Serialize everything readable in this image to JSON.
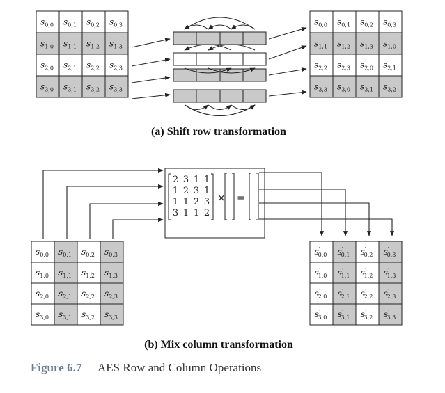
{
  "panel_a": {
    "caption": "(a) Shift row transformation",
    "input_state": [
      [
        {
          "b": "s",
          "s": "0,0",
          "p": ""
        },
        {
          "b": "s",
          "s": "0,1",
          "p": ""
        },
        {
          "b": "s",
          "s": "0,2",
          "p": ""
        },
        {
          "b": "s",
          "s": "0,3",
          "p": ""
        }
      ],
      [
        {
          "b": "s",
          "s": "1,0",
          "p": ""
        },
        {
          "b": "s",
          "s": "1,1",
          "p": ""
        },
        {
          "b": "s",
          "s": "1,2",
          "p": ""
        },
        {
          "b": "s",
          "s": "1,3",
          "p": ""
        }
      ],
      [
        {
          "b": "s",
          "s": "2,0",
          "p": ""
        },
        {
          "b": "s",
          "s": "2,1",
          "p": ""
        },
        {
          "b": "s",
          "s": "2,2",
          "p": ""
        },
        {
          "b": "s",
          "s": "2,3",
          "p": ""
        }
      ],
      [
        {
          "b": "s",
          "s": "3,0",
          "p": ""
        },
        {
          "b": "s",
          "s": "3,1",
          "p": ""
        },
        {
          "b": "s",
          "s": "3,2",
          "p": ""
        },
        {
          "b": "s",
          "s": "3,3",
          "p": ""
        }
      ]
    ],
    "output_state": [
      [
        {
          "b": "s",
          "s": "0,0",
          "p": ""
        },
        {
          "b": "s",
          "s": "0,1",
          "p": ""
        },
        {
          "b": "s",
          "s": "0,2",
          "p": ""
        },
        {
          "b": "s",
          "s": "0,3",
          "p": ""
        }
      ],
      [
        {
          "b": "s",
          "s": "1,1",
          "p": ""
        },
        {
          "b": "s",
          "s": "1,2",
          "p": ""
        },
        {
          "b": "s",
          "s": "1,3",
          "p": ""
        },
        {
          "b": "s",
          "s": "1,0",
          "p": ""
        }
      ],
      [
        {
          "b": "s",
          "s": "2,2",
          "p": ""
        },
        {
          "b": "s",
          "s": "2,3",
          "p": ""
        },
        {
          "b": "s",
          "s": "2,0",
          "p": ""
        },
        {
          "b": "s",
          "s": "2,1",
          "p": ""
        }
      ],
      [
        {
          "b": "s",
          "s": "3,3",
          "p": ""
        },
        {
          "b": "s",
          "s": "3,0",
          "p": ""
        },
        {
          "b": "s",
          "s": "3,1",
          "p": ""
        },
        {
          "b": "s",
          "s": "3,2",
          "p": ""
        }
      ]
    ]
  },
  "panel_b": {
    "caption": "(b) Mix column transformation",
    "matrix": [
      [
        "2",
        "3",
        "1",
        "1"
      ],
      [
        "1",
        "2",
        "3",
        "1"
      ],
      [
        "1",
        "1",
        "2",
        "3"
      ],
      [
        "3",
        "1",
        "1",
        "2"
      ]
    ],
    "times_symbol": "×",
    "equals_symbol": "=",
    "input_state": [
      [
        {
          "b": "s",
          "s": "0,0",
          "p": ""
        },
        {
          "b": "s",
          "s": "0,1",
          "p": ""
        },
        {
          "b": "s",
          "s": "0,2",
          "p": ""
        },
        {
          "b": "s",
          "s": "0,3",
          "p": ""
        }
      ],
      [
        {
          "b": "s",
          "s": "1,0",
          "p": ""
        },
        {
          "b": "s",
          "s": "1,1",
          "p": ""
        },
        {
          "b": "s",
          "s": "1,2",
          "p": ""
        },
        {
          "b": "s",
          "s": "1,3",
          "p": ""
        }
      ],
      [
        {
          "b": "s",
          "s": "2,0",
          "p": ""
        },
        {
          "b": "s",
          "s": "2,1",
          "p": ""
        },
        {
          "b": "s",
          "s": "2,2",
          "p": ""
        },
        {
          "b": "s",
          "s": "2,3",
          "p": ""
        }
      ],
      [
        {
          "b": "s",
          "s": "3,0",
          "p": ""
        },
        {
          "b": "s",
          "s": "3,1",
          "p": ""
        },
        {
          "b": "s",
          "s": "3,2",
          "p": ""
        },
        {
          "b": "s",
          "s": "3,3",
          "p": ""
        }
      ]
    ],
    "output_state": [
      [
        {
          "b": "s",
          "s": "0,0",
          "p": "′"
        },
        {
          "b": "s",
          "s": "0,1",
          "p": "′"
        },
        {
          "b": "s",
          "s": "0,2",
          "p": "′"
        },
        {
          "b": "s",
          "s": "0,3",
          "p": "′"
        }
      ],
      [
        {
          "b": "s",
          "s": "1,0",
          "p": "′"
        },
        {
          "b": "s",
          "s": "1,1",
          "p": "′"
        },
        {
          "b": "s",
          "s": "1,2",
          "p": "′"
        },
        {
          "b": "s",
          "s": "1,3",
          "p": "′"
        }
      ],
      [
        {
          "b": "s",
          "s": "2,0",
          "p": "′"
        },
        {
          "b": "s",
          "s": "2,1",
          "p": "′"
        },
        {
          "b": "s",
          "s": "2,2",
          "p": "′"
        },
        {
          "b": "s",
          "s": "2,3",
          "p": "′"
        }
      ],
      [
        {
          "b": "s",
          "s": "3,0",
          "p": "′"
        },
        {
          "b": "s",
          "s": "3,1",
          "p": "′"
        },
        {
          "b": "s",
          "s": "3,2",
          "p": "′"
        },
        {
          "b": "s",
          "s": "3,3",
          "p": "′"
        }
      ]
    ]
  },
  "figure": {
    "label": "Figure 6.7",
    "title": "AES Row and Column Operations"
  },
  "colors": {
    "shade": "#c9c9c9",
    "stroke": "#222222",
    "figure_label": "#6d7d8b"
  }
}
